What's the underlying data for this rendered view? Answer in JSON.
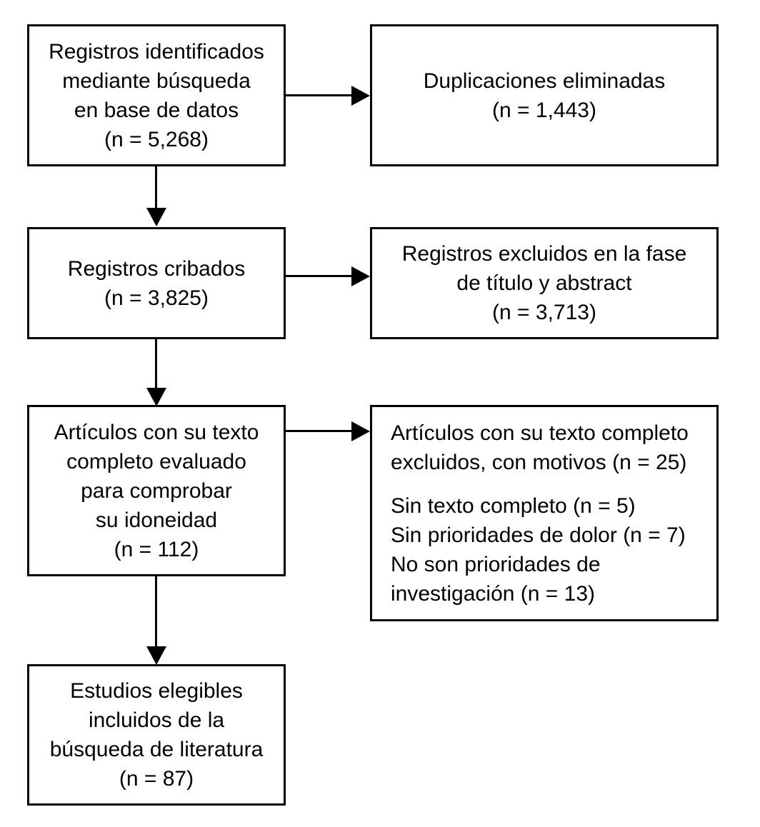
{
  "diagram": {
    "kind": "prisma-flow-diagram",
    "language": "es",
    "colors": {
      "background": "#ffffff",
      "border": "#000000",
      "text": "#000000",
      "arrow": "#000000"
    },
    "boxes": {
      "identification": {
        "lines": [
          "Registros identificados",
          "mediante búsqueda",
          "en base de datos",
          "(n = 5,268)"
        ],
        "count_label": "(n = 5,268)",
        "count": 5268
      },
      "duplicates_removed": {
        "lines": [
          "Duplicaciones eliminadas",
          "(n = 1,443)"
        ],
        "count_label": "(n = 1,443)",
        "count": 1443
      },
      "screened": {
        "lines": [
          "Registros cribados",
          "(n = 3,825)"
        ],
        "count_label": "(n = 3,825)",
        "count": 3825
      },
      "screening_excluded": {
        "lines": [
          "Registros excluidos en la fase",
          "de título y abstract",
          "(n = 3,713)"
        ],
        "count_label": "(n = 3,713)",
        "count": 3713
      },
      "fulltext_assessed": {
        "lines": [
          "Artículos con su texto",
          "completo evaluado",
          "para comprobar",
          "su idoneidad",
          "(n = 112)"
        ],
        "count_label": "(n = 112)",
        "count": 112
      },
      "fulltext_excluded": {
        "lines": [
          "Artículos con su texto completo",
          "excluidos, con motivos (n = 25)",
          "",
          "Sin texto completo (n = 5)",
          "Sin prioridades de dolor (n = 7)",
          "No son prioridades de",
          "investigación (n = 13)"
        ],
        "total_label": "(n = 25)",
        "total": 25,
        "reasons": [
          {
            "label": "Sin texto completo (n = 5)",
            "count": 5
          },
          {
            "label": "Sin prioridades de dolor (n = 7)",
            "count": 7
          },
          {
            "label": "No son prioridades de investigación (n = 13)",
            "count": 13
          }
        ]
      },
      "included": {
        "lines": [
          "Estudios elegibles",
          "incluidos de la",
          "búsqueda de literatura",
          "(n = 87)"
        ],
        "count_label": "(n = 87)",
        "count": 87
      }
    }
  }
}
